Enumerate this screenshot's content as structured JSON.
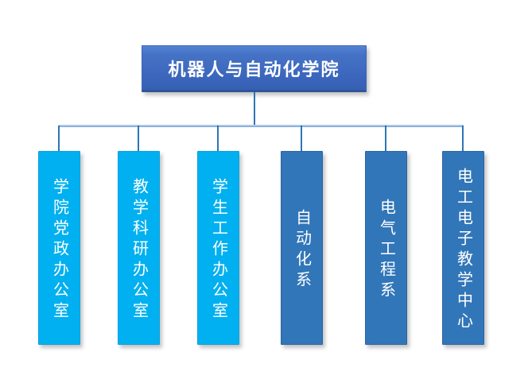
{
  "diagram": {
    "type": "org-chart",
    "root": {
      "label": "机器人与自动化学院"
    },
    "departments": [
      {
        "label": "学院党政办公室",
        "style": "cyan"
      },
      {
        "label": "教学科研办公室",
        "style": "cyan"
      },
      {
        "label": "学生工作办公室",
        "style": "cyan"
      },
      {
        "label": "自动化系",
        "style": "blue"
      },
      {
        "label": "电气工程系",
        "style": "blue"
      },
      {
        "label": "电工电子教学中心",
        "style": "blue"
      }
    ],
    "colors": {
      "root_fill_top": "#4e7ccd",
      "root_fill_bottom": "#3a64bb",
      "root_border_bottom": "#2f5597",
      "branch_cyan": "#00b0f0",
      "branch_blue": "#3176b8",
      "connector_stem": "#2e75b6",
      "connector_rail": "#a9c7e6",
      "label_text": "#ffffff",
      "background": "#ffffff"
    }
  }
}
